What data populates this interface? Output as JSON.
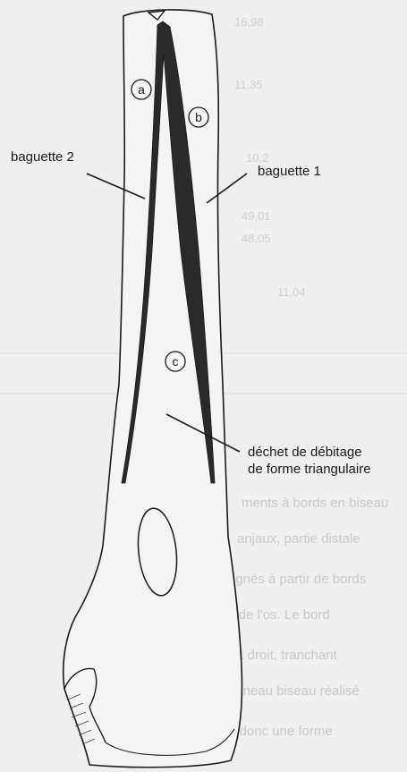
{
  "labels": {
    "baguette_2": "baguette 2",
    "baguette_1": "baguette 1",
    "dechet_line1": "déchet de débitage",
    "dechet_line2": "de forme triangulaire",
    "circle_a": "a",
    "circle_b": "b",
    "circle_c": "c"
  },
  "colors": {
    "background": "#efefef",
    "bone_fill": "#f4f4f4",
    "outline": "#1a1a1a",
    "ghost_text": "#c8c8c8"
  }
}
